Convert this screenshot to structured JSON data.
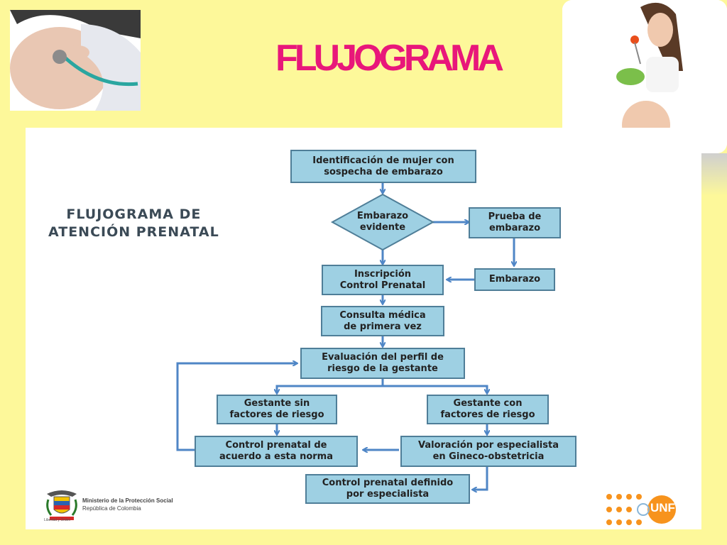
{
  "title": "FLUJOGRAMA",
  "diagram": {
    "heading_line1": "FLUJOGRAMA  DE",
    "heading_line2": "ATENCIÓN  PRENATAL",
    "nodes": {
      "identificacion": [
        "Identificación de mujer con",
        "sospecha de embarazo"
      ],
      "embarazo_evidente": [
        "Embarazo",
        "evidente"
      ],
      "prueba": [
        "Prueba de",
        "embarazo"
      ],
      "embarazo": [
        "Embarazo"
      ],
      "inscripcion": [
        "Inscripción",
        "Control Prenatal"
      ],
      "consulta": [
        "Consulta médica",
        "de primera vez"
      ],
      "evaluacion": [
        "Evaluación del perfil de",
        "riesgo de la gestante"
      ],
      "sin_riesgo": [
        "Gestante sin",
        "factores de riesgo"
      ],
      "con_riesgo": [
        "Gestante con",
        "factores de riesgo"
      ],
      "control_norma": [
        "Control prenatal de",
        "acuerdo a esta norma"
      ],
      "valoracion": [
        "Valoración por especialista",
        "en Gineco-obstetricia"
      ],
      "control_especialista": [
        "Control prenatal definido",
        "por especialista"
      ]
    }
  },
  "logos": {
    "ministry_line1": "Ministerio de la Protección Social",
    "ministry_line2": "República de Colombia",
    "ministry_motto": "Libertad y Orden",
    "unfpa": "UNFPA"
  },
  "colors": {
    "title": "#e8177a",
    "box_fill": "#9ed0e3",
    "box_border": "#4f7e98",
    "arrow": "#4f86c6",
    "background": "#fdf89a"
  }
}
